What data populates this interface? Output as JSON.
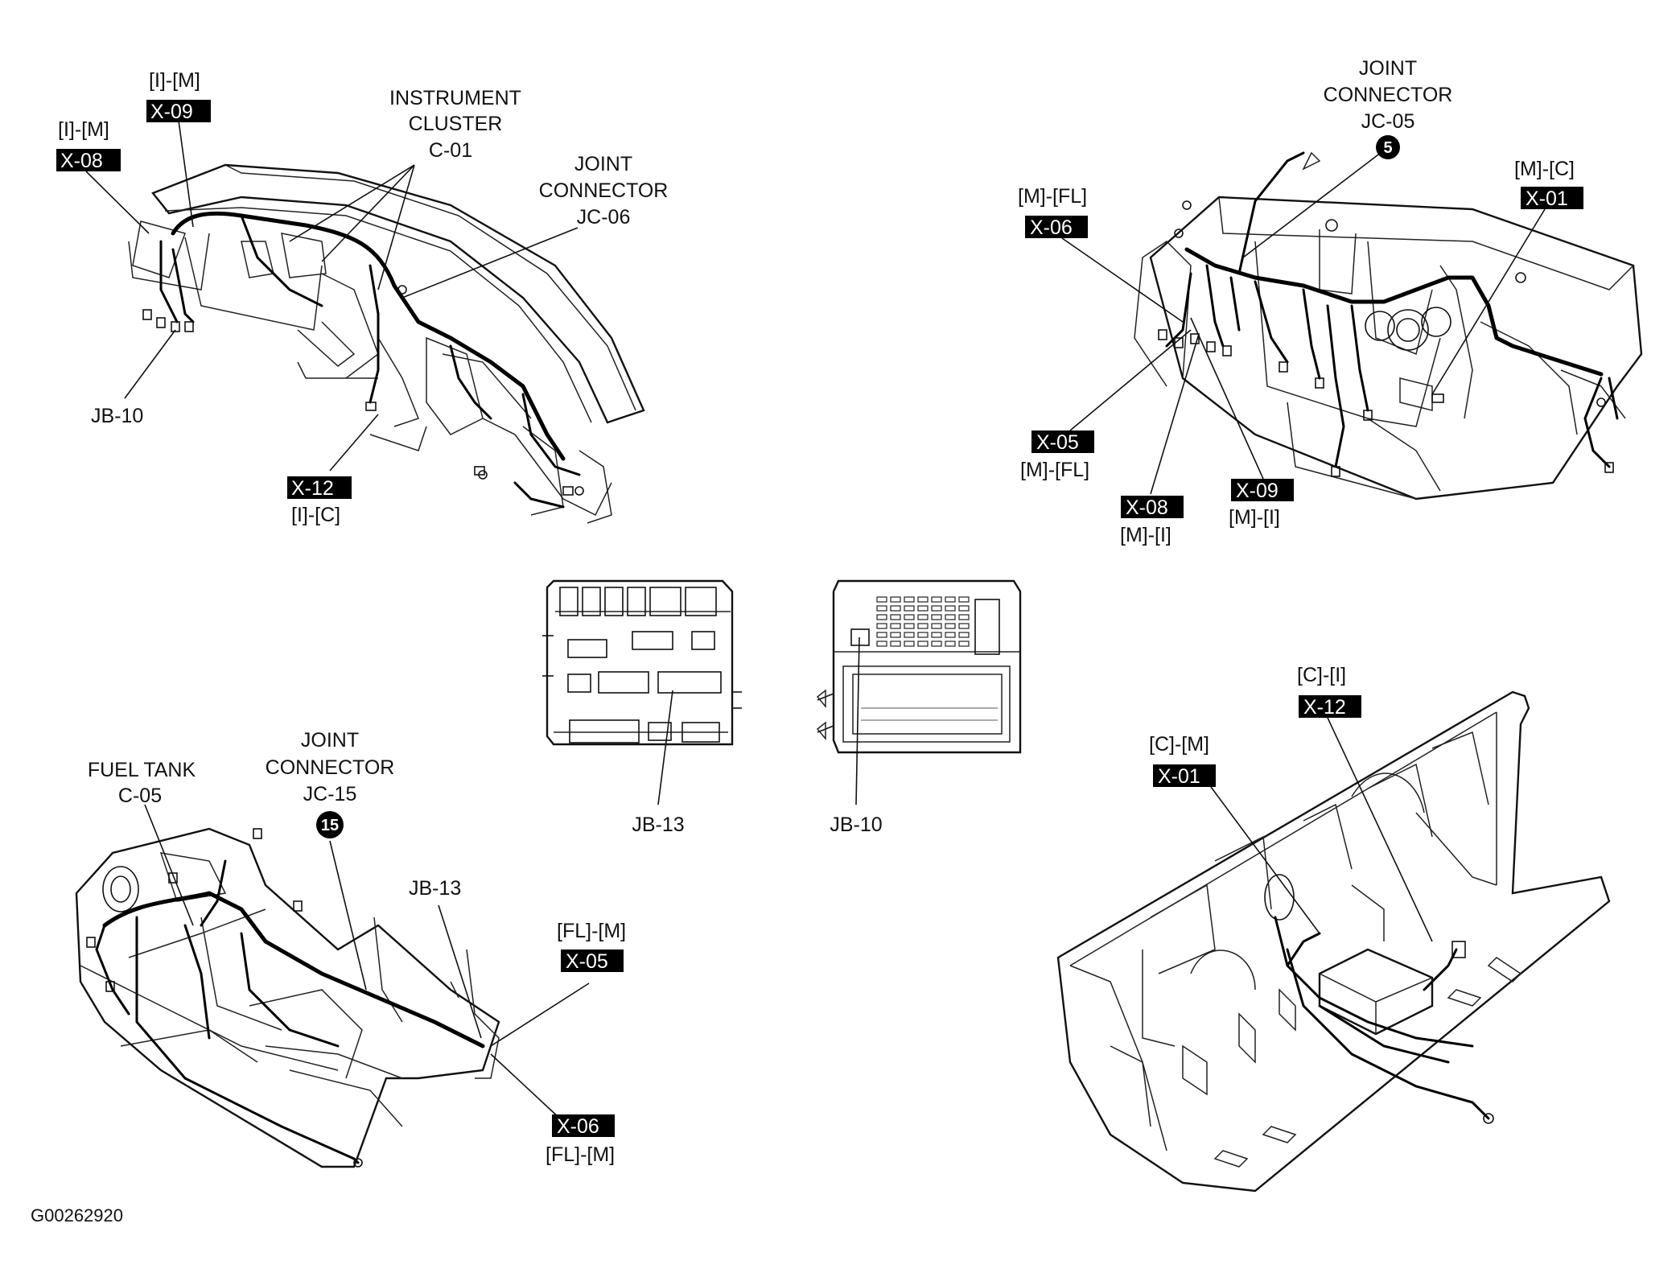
{
  "top_left": {
    "x09": {
      "label": "[I]-[M]",
      "tag": "X-09"
    },
    "x08": {
      "label": "[I]-[M]",
      "tag": "X-08"
    },
    "instrument_cluster": [
      "INSTRUMENT",
      "CLUSTER",
      "C-01"
    ],
    "joint_connector": [
      "JOINT",
      "CONNECTOR",
      "JC-06"
    ],
    "jb10": "JB-10",
    "x12": {
      "tag": "X-12",
      "label": "[I]-[C]"
    }
  },
  "top_right": {
    "joint_connector": [
      "JOINT",
      "CONNECTOR",
      "JC-05"
    ],
    "jc05_badge": "5",
    "x01": {
      "label": "[M]-[C]",
      "tag": "X-01"
    },
    "x06": {
      "label": "[M]-[FL]",
      "tag": "X-06"
    },
    "x05": {
      "tag": "X-05",
      "label": "[M]-[FL]"
    },
    "x08": {
      "tag": "X-08",
      "label": "[M]-[I]"
    },
    "x09": {
      "tag": "X-09",
      "label": "[M]-[I]"
    }
  },
  "center": {
    "jb13": "JB-13",
    "jb10": "JB-10"
  },
  "bottom_left": {
    "fuel_tank": [
      "FUEL TANK",
      "C-05"
    ],
    "joint_connector": [
      "JOINT",
      "CONNECTOR",
      "JC-15"
    ],
    "jc15_badge": "15",
    "jb13": "JB-13",
    "x05": {
      "label": "[FL]-[M]",
      "tag": "X-05"
    },
    "x06": {
      "tag": "X-06",
      "label": "[FL]-[M]"
    }
  },
  "bottom_right": {
    "x12": {
      "label": "[C]-[I]",
      "tag": "X-12"
    },
    "x01": {
      "label": "[C]-[M]",
      "tag": "X-01"
    }
  },
  "figure_code": "G00262920"
}
